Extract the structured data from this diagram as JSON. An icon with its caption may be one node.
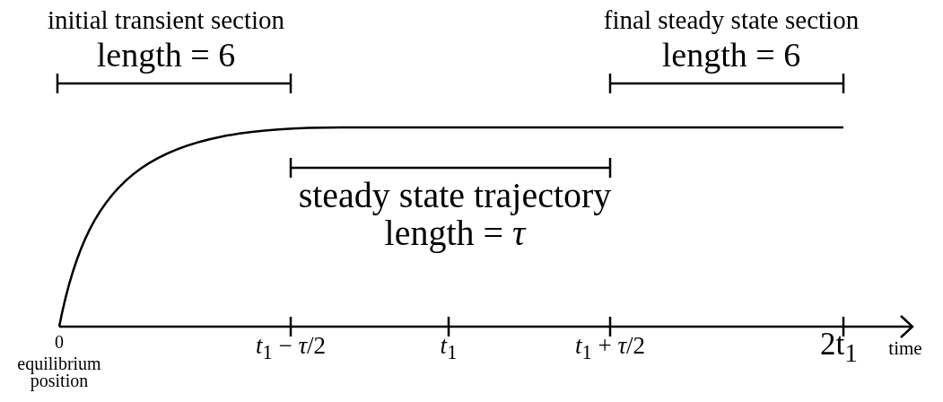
{
  "diagram": {
    "labels": [
      "initial transient section",
      "length = 6",
      "final steady state section",
      "length = 6",
      "steady state trajectory",
      "length = *τ*",
      "0",
      "equilibrium position",
      "*t*$_{1}$ − *τ*/2",
      "*t*$_{1}$",
      "*t*$_{1}$ + *τ*/2",
      "2t$_{1}$",
      "time"
    ]
  }
}
